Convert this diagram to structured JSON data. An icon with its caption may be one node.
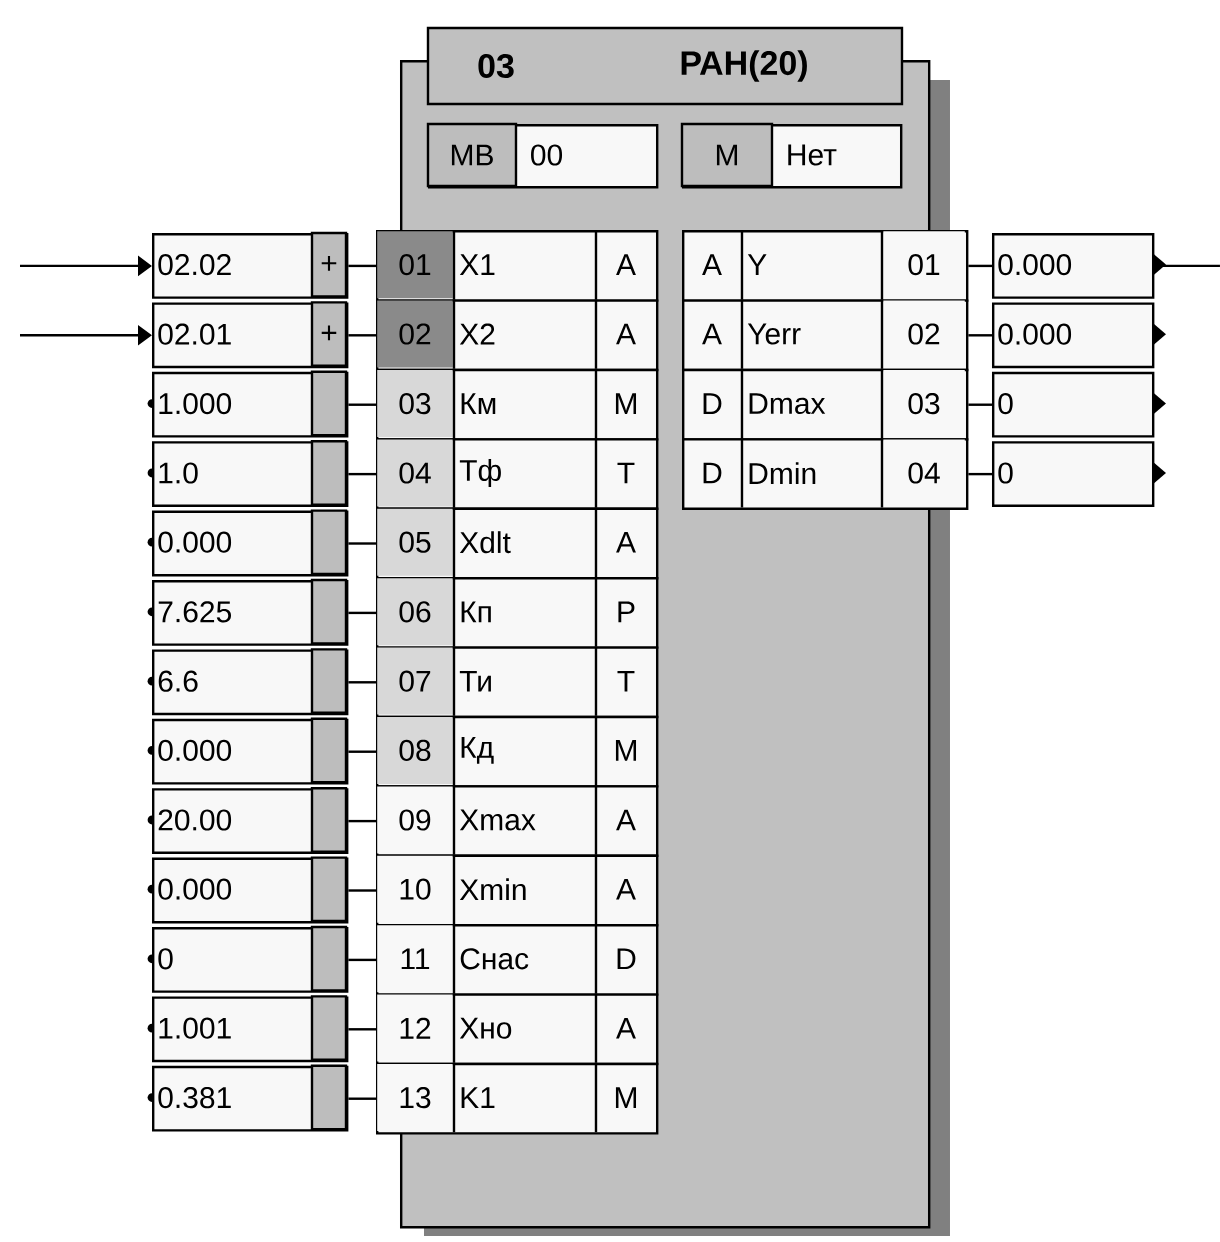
{
  "diagram": {
    "nodes": [
      {
        "text": [
          "03",
          "РАН(20)"
        ]
      },
      {
        "text": [
          "МВ",
          "00"
        ],
        "in": 0
      },
      {
        "text": [
          "М",
          "Нет"
        ],
        "in": 0
      },
      {
        "text": [
          "02.02",
          "+"
        ]
      },
      {
        "text": [
          "01",
          "X1",
          "A"
        ]
      },
      {
        "text": [
          "02.01",
          "+"
        ]
      },
      {
        "text": [
          "02",
          "X2",
          "A"
        ]
      },
      {
        "text": [
          "1.000"
        ]
      },
      {
        "text": [
          "03",
          "Км",
          "M"
        ]
      },
      {
        "text": [
          "1.0"
        ]
      },
      {
        "text": [
          "04",
          "Тф",
          "T"
        ]
      },
      {
        "text": [
          "0.000"
        ]
      },
      {
        "text": [
          "05",
          "Xdlt",
          "A"
        ]
      },
      {
        "text": [
          "7.625"
        ]
      },
      {
        "text": [
          "06",
          "Кп",
          "P"
        ]
      },
      {
        "text": [
          "6.6"
        ]
      },
      {
        "text": [
          "07",
          "Ти",
          "T"
        ]
      },
      {
        "text": [
          "0.000"
        ]
      },
      {
        "text": [
          "08",
          "Кд",
          "M"
        ]
      },
      {
        "text": [
          "20.00"
        ]
      },
      {
        "text": [
          "09",
          "Xmax",
          "A"
        ]
      },
      {
        "text": [
          "0.000"
        ]
      },
      {
        "text": [
          "10",
          "Xmin",
          "A"
        ]
      },
      {
        "text": [
          "0"
        ]
      },
      {
        "text": [
          "11",
          "Cнас",
          "D"
        ]
      },
      {
        "text": [
          "1.001"
        ]
      },
      {
        "text": [
          "12",
          "Xно",
          "A"
        ]
      },
      {
        "text": [
          "0.381"
        ]
      },
      {
        "text": [
          "13",
          "K1",
          "M"
        ]
      },
      {
        "text": [
          "A",
          "Y",
          "01"
        ]
      },
      {
        "text": [
          "0.000"
        ]
      },
      {
        "text": [
          "A",
          "Yerr",
          "02"
        ]
      },
      {
        "text": [
          "0.000"
        ]
      },
      {
        "text": [
          "D",
          "Dmax",
          "03"
        ]
      },
      {
        "text": [
          "0"
        ]
      },
      {
        "text": [
          "D",
          "Dmin",
          "04"
        ]
      },
      {
        "text": [
          "0"
        ]
      }
    ],
    "edges": [
      {
        "from": null,
        "to": 3,
        "arrow": "to"
      },
      {
        "from": null,
        "to": 5,
        "arrow": "to"
      },
      {
        "from": 3,
        "to": 4,
        "arrow": "none"
      },
      {
        "from": 5,
        "to": 6,
        "arrow": "none"
      },
      {
        "from": 7,
        "to": 8,
        "arrow": "none"
      },
      {
        "from": 9,
        "to": 10,
        "arrow": "none"
      },
      {
        "from": 11,
        "to": 12,
        "arrow": "none"
      },
      {
        "from": 13,
        "to": 14,
        "arrow": "none"
      },
      {
        "from": 15,
        "to": 16,
        "arrow": "none"
      },
      {
        "from": 17,
        "to": 18,
        "arrow": "none"
      },
      {
        "from": 19,
        "to": 20,
        "arrow": "none"
      },
      {
        "from": 21,
        "to": 22,
        "arrow": "none"
      },
      {
        "from": 23,
        "to": 24,
        "arrow": "none"
      },
      {
        "from": 25,
        "to": 26,
        "arrow": "none"
      },
      {
        "from": 27,
        "to": 28,
        "arrow": "none"
      },
      {
        "from": 29,
        "to": 30,
        "arrow": "none"
      },
      {
        "from": 31,
        "to": 32,
        "arrow": "none"
      },
      {
        "from": 33,
        "to": 34,
        "arrow": "none"
      },
      {
        "from": 35,
        "to": 36,
        "arrow": "none"
      },
      {
        "from": 30,
        "to": null,
        "arrow": "none"
      }
    ]
  }
}
